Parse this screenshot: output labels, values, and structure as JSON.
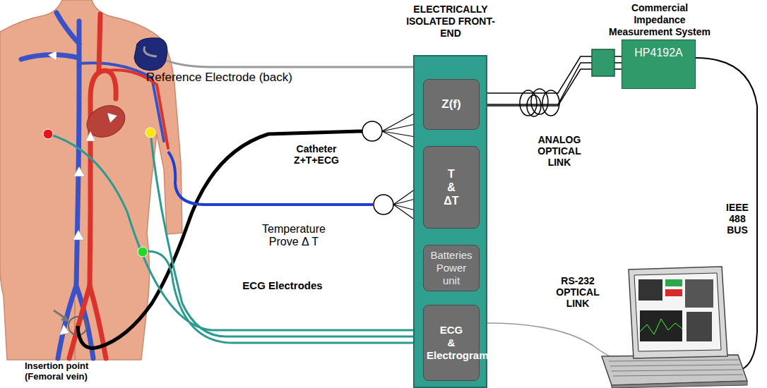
{
  "diagram": {
    "nodes": [
      {
        "text": [
          "ELECTRICALLY ISOLATED FRONT-END"
        ]
      },
      {
        "text": [
          "Z(f)"
        ],
        "in": 0
      },
      {
        "text": [
          "T & ΔT"
        ],
        "in": 0
      },
      {
        "text": [
          "Batteries Power unit"
        ],
        "in": 0
      },
      {
        "text": [
          "ECG & Electrogram"
        ],
        "in": 0
      },
      {
        "text": [
          "Commercial Impedance Measurement System",
          "HP4192A"
        ]
      }
    ],
    "edges": [
      {
        "from": 1,
        "to": 5,
        "label": "ANALOG OPTICAL LINK",
        "arrow": "none"
      }
    ],
    "labels": [
      "Reference Electrode (back)",
      "Catheter Z+T+ECG",
      "Temperature Prove Δ T",
      "ECG Electrodes",
      "Insertion point (Femoral vein)",
      "IEEE 488 BUS",
      "RS-232 OPTICAL LINK"
    ]
  }
}
